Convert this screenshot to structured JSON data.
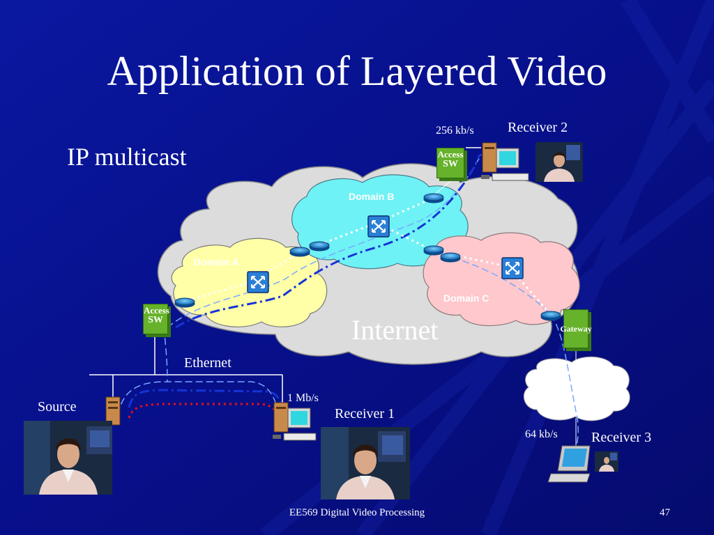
{
  "slide": {
    "title": "Application of Layered Video",
    "subtitle": "IP multicast",
    "footer_text": "EE569 Digital Video Processing",
    "page_number": "47"
  },
  "diagram": {
    "domains": [
      "Domain A",
      "Domain B",
      "Domain C"
    ],
    "cloud_label": "Internet",
    "access_switch_label": [
      "Access",
      "SW"
    ],
    "gateway_label": "Gateway",
    "network_label": "Ethernet",
    "source_label": "Source",
    "receivers": [
      {
        "label": "Receiver 1",
        "rate": "1 Mb/s"
      },
      {
        "label": "Receiver 2",
        "rate": "256 kb/s"
      },
      {
        "label": "Receiver 3",
        "rate": "64 kb/s"
      }
    ]
  },
  "colors": {
    "background": "#0a1690",
    "domain_a": "#ffffa8",
    "domain_b": "#6ef2f5",
    "domain_c": "#ffc8cc",
    "internet": "#d8d8d8",
    "switch": "#66b22a",
    "path_blue": "#1533d6",
    "path_red": "#e81010"
  }
}
